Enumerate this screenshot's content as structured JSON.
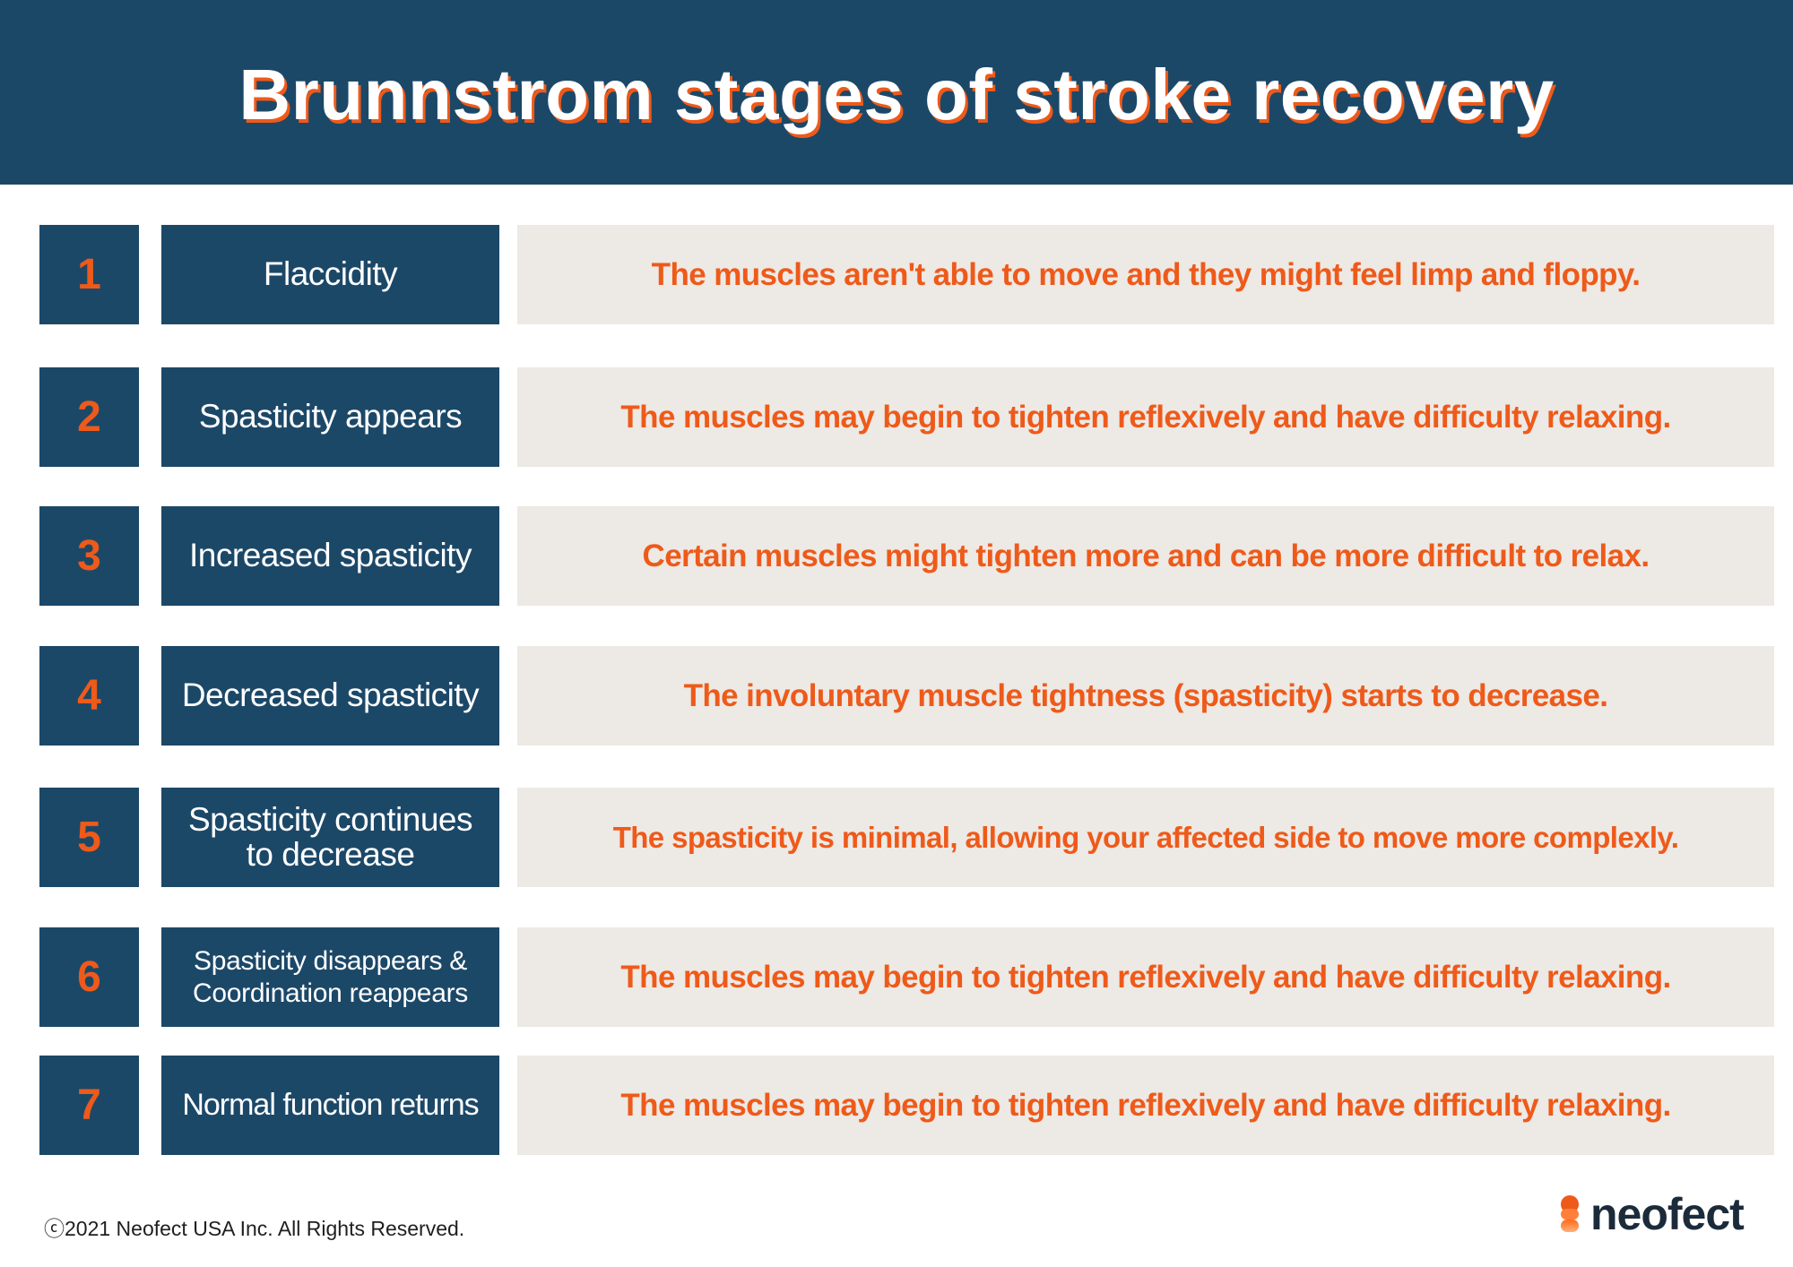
{
  "header": {
    "title": "Brunnstrom stages of stroke recovery"
  },
  "stages": [
    {
      "number": "1",
      "name": "Flaccidity",
      "description": "The muscles aren't able to move and they might feel limp and floppy."
    },
    {
      "number": "2",
      "name": "Spasticity appears",
      "description": "The muscles may begin to tighten reflexively and have difficulty relaxing."
    },
    {
      "number": "3",
      "name": "Increased spasticity",
      "description": "Certain muscles might tighten more and can be more difficult to relax."
    },
    {
      "number": "4",
      "name": "Decreased spasticity",
      "description": "The involuntary muscle tightness (spasticity) starts to decrease."
    },
    {
      "number": "5",
      "name_line1": "Spasticity continues",
      "name_line2": "to decrease",
      "description": "The spasticity is minimal, allowing your affected side to move more complexly."
    },
    {
      "number": "6",
      "name_line1": "Spasticity disappears &",
      "name_line2": "Coordination reappears",
      "description": "The muscles may begin to tighten reflexively and have difficulty relaxing."
    },
    {
      "number": "7",
      "name": "Normal function returns",
      "description": "The muscles may begin to tighten reflexively and have difficulty relaxing."
    }
  ],
  "footer": {
    "copyright": "ⓒ2021 Neofect USA Inc. All Rights Reserved.",
    "logo_text": "neofect"
  },
  "colors": {
    "navy": "#1c4868",
    "orange": "#ee5a1a",
    "panel": "#ede9e4"
  }
}
